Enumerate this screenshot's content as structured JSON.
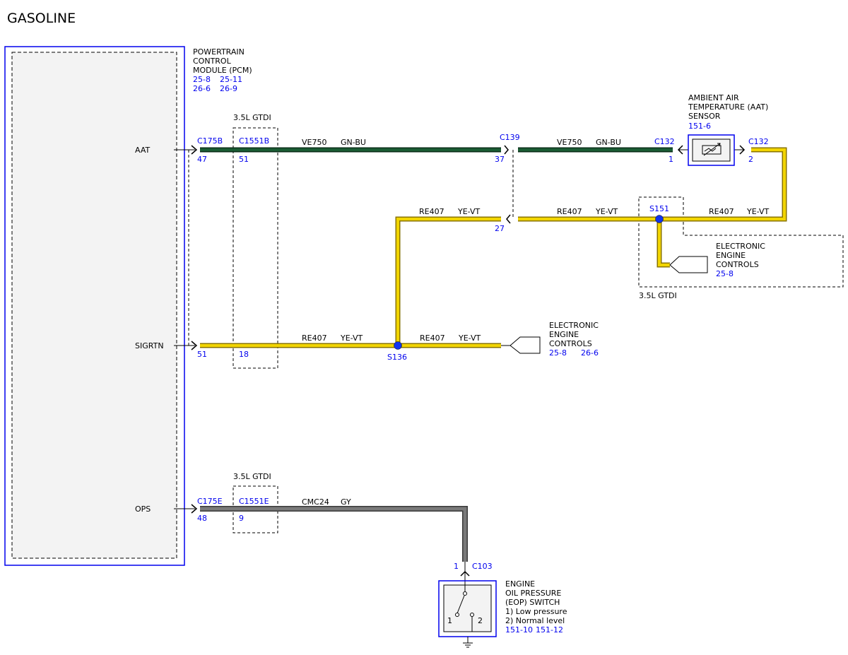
{
  "page": {
    "title": "GASOLINE"
  },
  "colors": {
    "connector_blue": "#0000ee",
    "wire_green": "#1a5c34",
    "wire_yellow": "#f2d500",
    "wire_gray": "#7a7a7a",
    "splice_blue": "#1133ee"
  },
  "pcm": {
    "name_lines": [
      "POWERTRAIN",
      "CONTROL",
      "MODULE (PCM)"
    ],
    "refs": [
      [
        "25-8",
        "25-11"
      ],
      [
        "26-6",
        "26-9"
      ]
    ],
    "pins": [
      {
        "label": "AAT"
      },
      {
        "label": "SIGRTN"
      },
      {
        "label": "OPS"
      }
    ]
  },
  "gtdi_boxes": [
    {
      "label": "3.5L GTDI"
    },
    {
      "label": "3.5L GTDI"
    },
    {
      "label": "3.5L GTDI"
    }
  ],
  "connectors": {
    "c175b": {
      "name": "C175B",
      "pin_aat": "47",
      "pin_sigrtn": "51"
    },
    "c1551b": {
      "name": "C1551B",
      "pin_aat": "51",
      "pin_sigrtn": "18"
    },
    "c139": {
      "name": "C139",
      "pin_aat": "37",
      "pin_sigrtn": "27"
    },
    "c132_1": {
      "name": "C132",
      "pin": "1"
    },
    "c132_2": {
      "name": "C132",
      "pin": "2"
    },
    "c175e": {
      "name": "C175E",
      "pin": "48"
    },
    "c1551e": {
      "name": "C1551E",
      "pin": "9"
    },
    "c103": {
      "name": "C103",
      "pin": "1"
    }
  },
  "wires": {
    "aat_left": {
      "circuit": "VE750",
      "color": "GN-BU"
    },
    "aat_right": {
      "circuit": "VE750",
      "color": "GN-BU"
    },
    "re407_upper_left": {
      "circuit": "RE407",
      "color": "YE-VT"
    },
    "re407_upper_mid": {
      "circuit": "RE407",
      "color": "YE-VT"
    },
    "re407_upper_right": {
      "circuit": "RE407",
      "color": "YE-VT"
    },
    "sigrtn_left": {
      "circuit": "RE407",
      "color": "YE-VT"
    },
    "sigrtn_right": {
      "circuit": "RE407",
      "color": "YE-VT"
    },
    "ops": {
      "circuit": "CMC24",
      "color": "GY"
    }
  },
  "splices": {
    "s136": "S136",
    "s151": "S151"
  },
  "aat_sensor": {
    "name_lines": [
      "AMBIENT AIR",
      "TEMPERATURE (AAT)",
      "SENSOR"
    ],
    "ref": "151-6"
  },
  "eec_upper": {
    "name_lines": [
      "ELECTRONIC",
      "ENGINE",
      "CONTROLS"
    ],
    "ref": "25-8"
  },
  "eec_lower": {
    "name_lines": [
      "ELECTRONIC",
      "ENGINE",
      "CONTROLS"
    ],
    "refs": [
      "25-8",
      "26-6"
    ]
  },
  "eop_switch": {
    "name_lines": [
      "ENGINE",
      "OIL PRESSURE",
      "(EOP) SWITCH"
    ],
    "states": [
      "1) Low pressure",
      "2) Normal level"
    ],
    "refs": [
      "151-10",
      "151-12"
    ],
    "pos1": "1",
    "pos2": "2"
  }
}
